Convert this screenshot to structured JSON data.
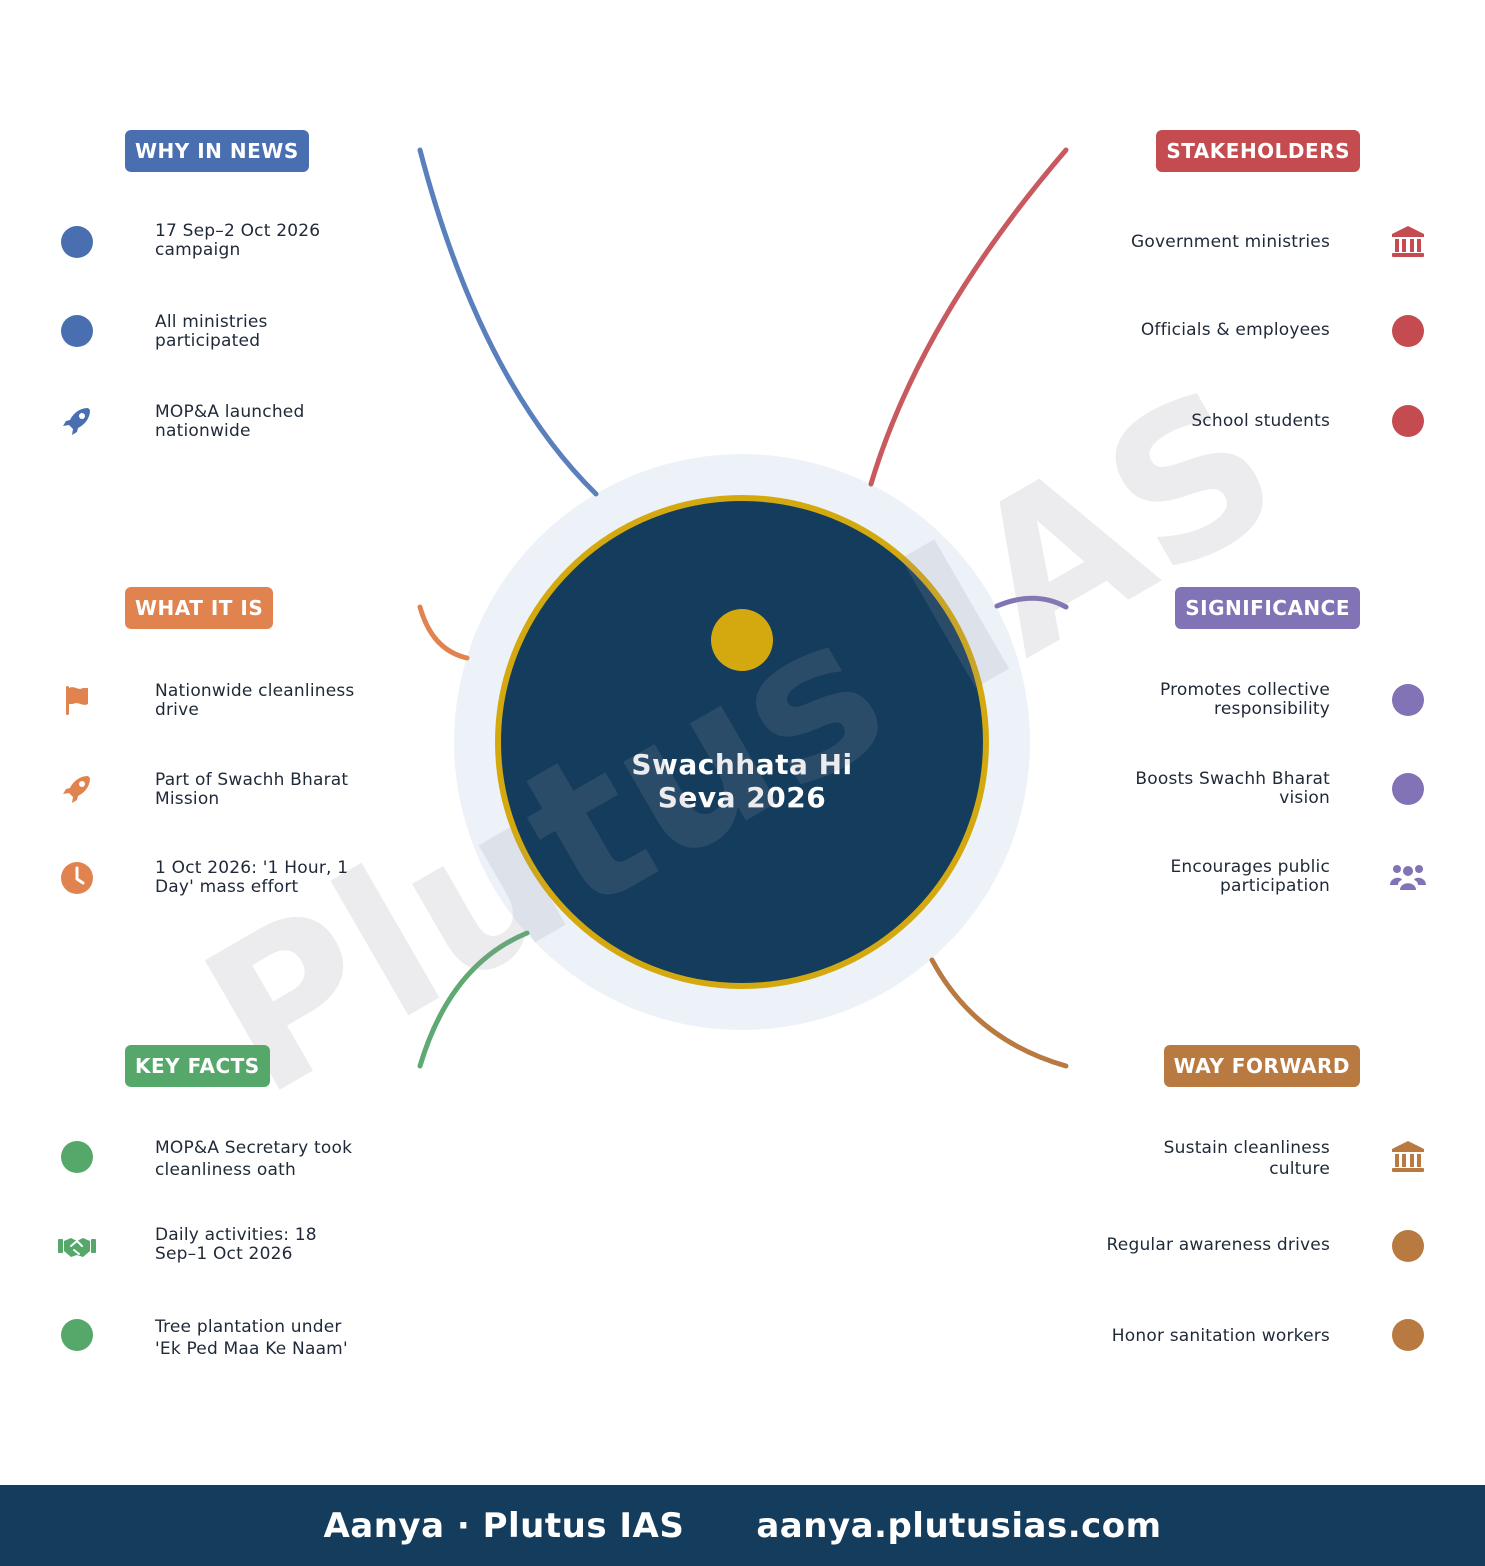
{
  "center": {
    "title_line1": "Swachhata Hi",
    "title_line2": "Seva 2026"
  },
  "watermark": "Plutus IAS",
  "colors": {
    "why": "#4a6fb0",
    "what": "#e0834f",
    "facts": "#55a86a",
    "stakeholders": "#c44b50",
    "significance": "#8272b6",
    "forward": "#b87a40",
    "center_fill": "#143c5c",
    "center_ring": "#d4a90f",
    "halo": "#edf2f9"
  },
  "sections": {
    "why": {
      "title": "WHY IN NEWS",
      "items": [
        {
          "line1": "17 Sep–2 Oct 2026",
          "line2": "campaign",
          "icon": "circle-icon"
        },
        {
          "line1": "All ministries",
          "line2": "participated",
          "icon": "circle-icon"
        },
        {
          "line1": "MOP&A launched",
          "line2": "nationwide",
          "icon": "rocket-icon"
        }
      ]
    },
    "what": {
      "title": "WHAT IT IS",
      "items": [
        {
          "line1": "Nationwide cleanliness",
          "line2": "drive",
          "icon": "flag-icon"
        },
        {
          "line1": "Part of Swachh Bharat",
          "line2": "Mission",
          "icon": "rocket-icon"
        },
        {
          "line1": "1 Oct 2026: '1 Hour, 1",
          "line2": "Day' mass effort",
          "icon": "clock-icon"
        }
      ]
    },
    "facts": {
      "title": "KEY FACTS",
      "items": [
        {
          "line1": "MOP&A Secretary took",
          "line2": "cleanliness oath",
          "icon": "circle-icon"
        },
        {
          "line1": "Daily activities: 18",
          "line2": "Sep–1 Oct 2026",
          "icon": "handshake-icon"
        },
        {
          "line1": "Tree plantation under",
          "line2": "'Ek Ped Maa Ke Naam'",
          "icon": "circle-icon"
        }
      ]
    },
    "stakeholders": {
      "title": "STAKEHOLDERS",
      "items": [
        {
          "line1": "Government ministries",
          "line2": "",
          "icon": "landmark-icon"
        },
        {
          "line1": "Officials & employees",
          "line2": "",
          "icon": "circle-icon"
        },
        {
          "line1": "School students",
          "line2": "",
          "icon": "circle-icon"
        }
      ]
    },
    "significance": {
      "title": "SIGNIFICANCE",
      "items": [
        {
          "line1": "Promotes collective",
          "line2": "responsibility",
          "icon": "circle-icon"
        },
        {
          "line1": "Boosts Swachh Bharat",
          "line2": "vision",
          "icon": "circle-icon"
        },
        {
          "line1": "Encourages public",
          "line2": "participation",
          "icon": "people-group-icon"
        }
      ]
    },
    "forward": {
      "title": "WAY FORWARD",
      "items": [
        {
          "line1": "Sustain cleanliness",
          "line2": "culture",
          "icon": "landmark-icon"
        },
        {
          "line1": "Regular awareness drives",
          "line2": "",
          "icon": "circle-icon"
        },
        {
          "line1": "Honor sanitation workers",
          "line2": "",
          "icon": "circle-icon"
        }
      ]
    }
  },
  "footer": {
    "left": "Aanya · Plutus IAS",
    "right": "aanya.plutusias.com"
  }
}
